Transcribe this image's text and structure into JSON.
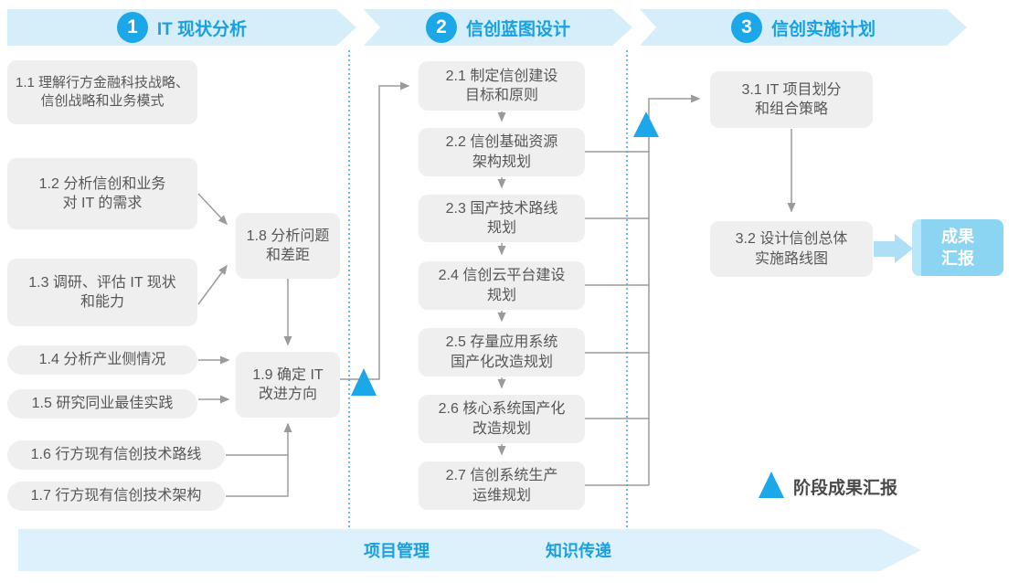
{
  "phases": [
    {
      "number": "1",
      "title": "IT 现状分析"
    },
    {
      "number": "2",
      "title": "信创蓝图设计"
    },
    {
      "number": "3",
      "title": "信创实施计划"
    }
  ],
  "boxes": {
    "b11": [
      "1.1 理解行方金融科技战略、",
      "信创战略和业务模式"
    ],
    "b12": [
      "1.2 分析信创和业务",
      "对 IT 的需求"
    ],
    "b13": [
      "1.3 调研、评估 IT 现状",
      "和能力"
    ],
    "b14": [
      "1.4 分析产业侧情况"
    ],
    "b15": [
      "1.5 研究同业最佳实践"
    ],
    "b16": [
      "1.6 行方现有信创技术路线"
    ],
    "b17": [
      "1.7 行方现有信创技术架构"
    ],
    "b18": [
      "1.8 分析问题",
      "和差距"
    ],
    "b19": [
      "1.9 确定 IT",
      "改进方向"
    ],
    "b21": [
      "2.1 制定信创建设",
      "目标和原则"
    ],
    "b22": [
      "2.2 信创基础资源",
      "架构规划"
    ],
    "b23": [
      "2.3 国产技术路线",
      "规划"
    ],
    "b24": [
      "2.4 信创云平台建设",
      "规划"
    ],
    "b25": [
      "2.5 存量应用系统",
      "国产化改造规划"
    ],
    "b26": [
      "2.6 核心系统国产化",
      "改造规划"
    ],
    "b27": [
      "2.7 信创系统生产",
      "运维规划"
    ],
    "b31": [
      "3.1 IT 项目划分",
      "和组合策略"
    ],
    "b32": [
      "3.2 设计信创总体",
      "实施路线图"
    ]
  },
  "output_box": [
    "成果",
    "汇报"
  ],
  "legend": {
    "milestone": "阶段成果汇报"
  },
  "footer": [
    "项目管理",
    "知识传递"
  ],
  "colors": {
    "accent_blue": "#1ca7e8",
    "banner_bg": "#d6eefa",
    "banner_text": "#18a0e2",
    "box_bg": "#efefef",
    "box_text": "#575757",
    "connector_gray": "#9b9b9b",
    "dotted_separator": "#2ea9e0",
    "output_bg": "#8bd4f2",
    "footer_bg": "#dcf1fb"
  }
}
